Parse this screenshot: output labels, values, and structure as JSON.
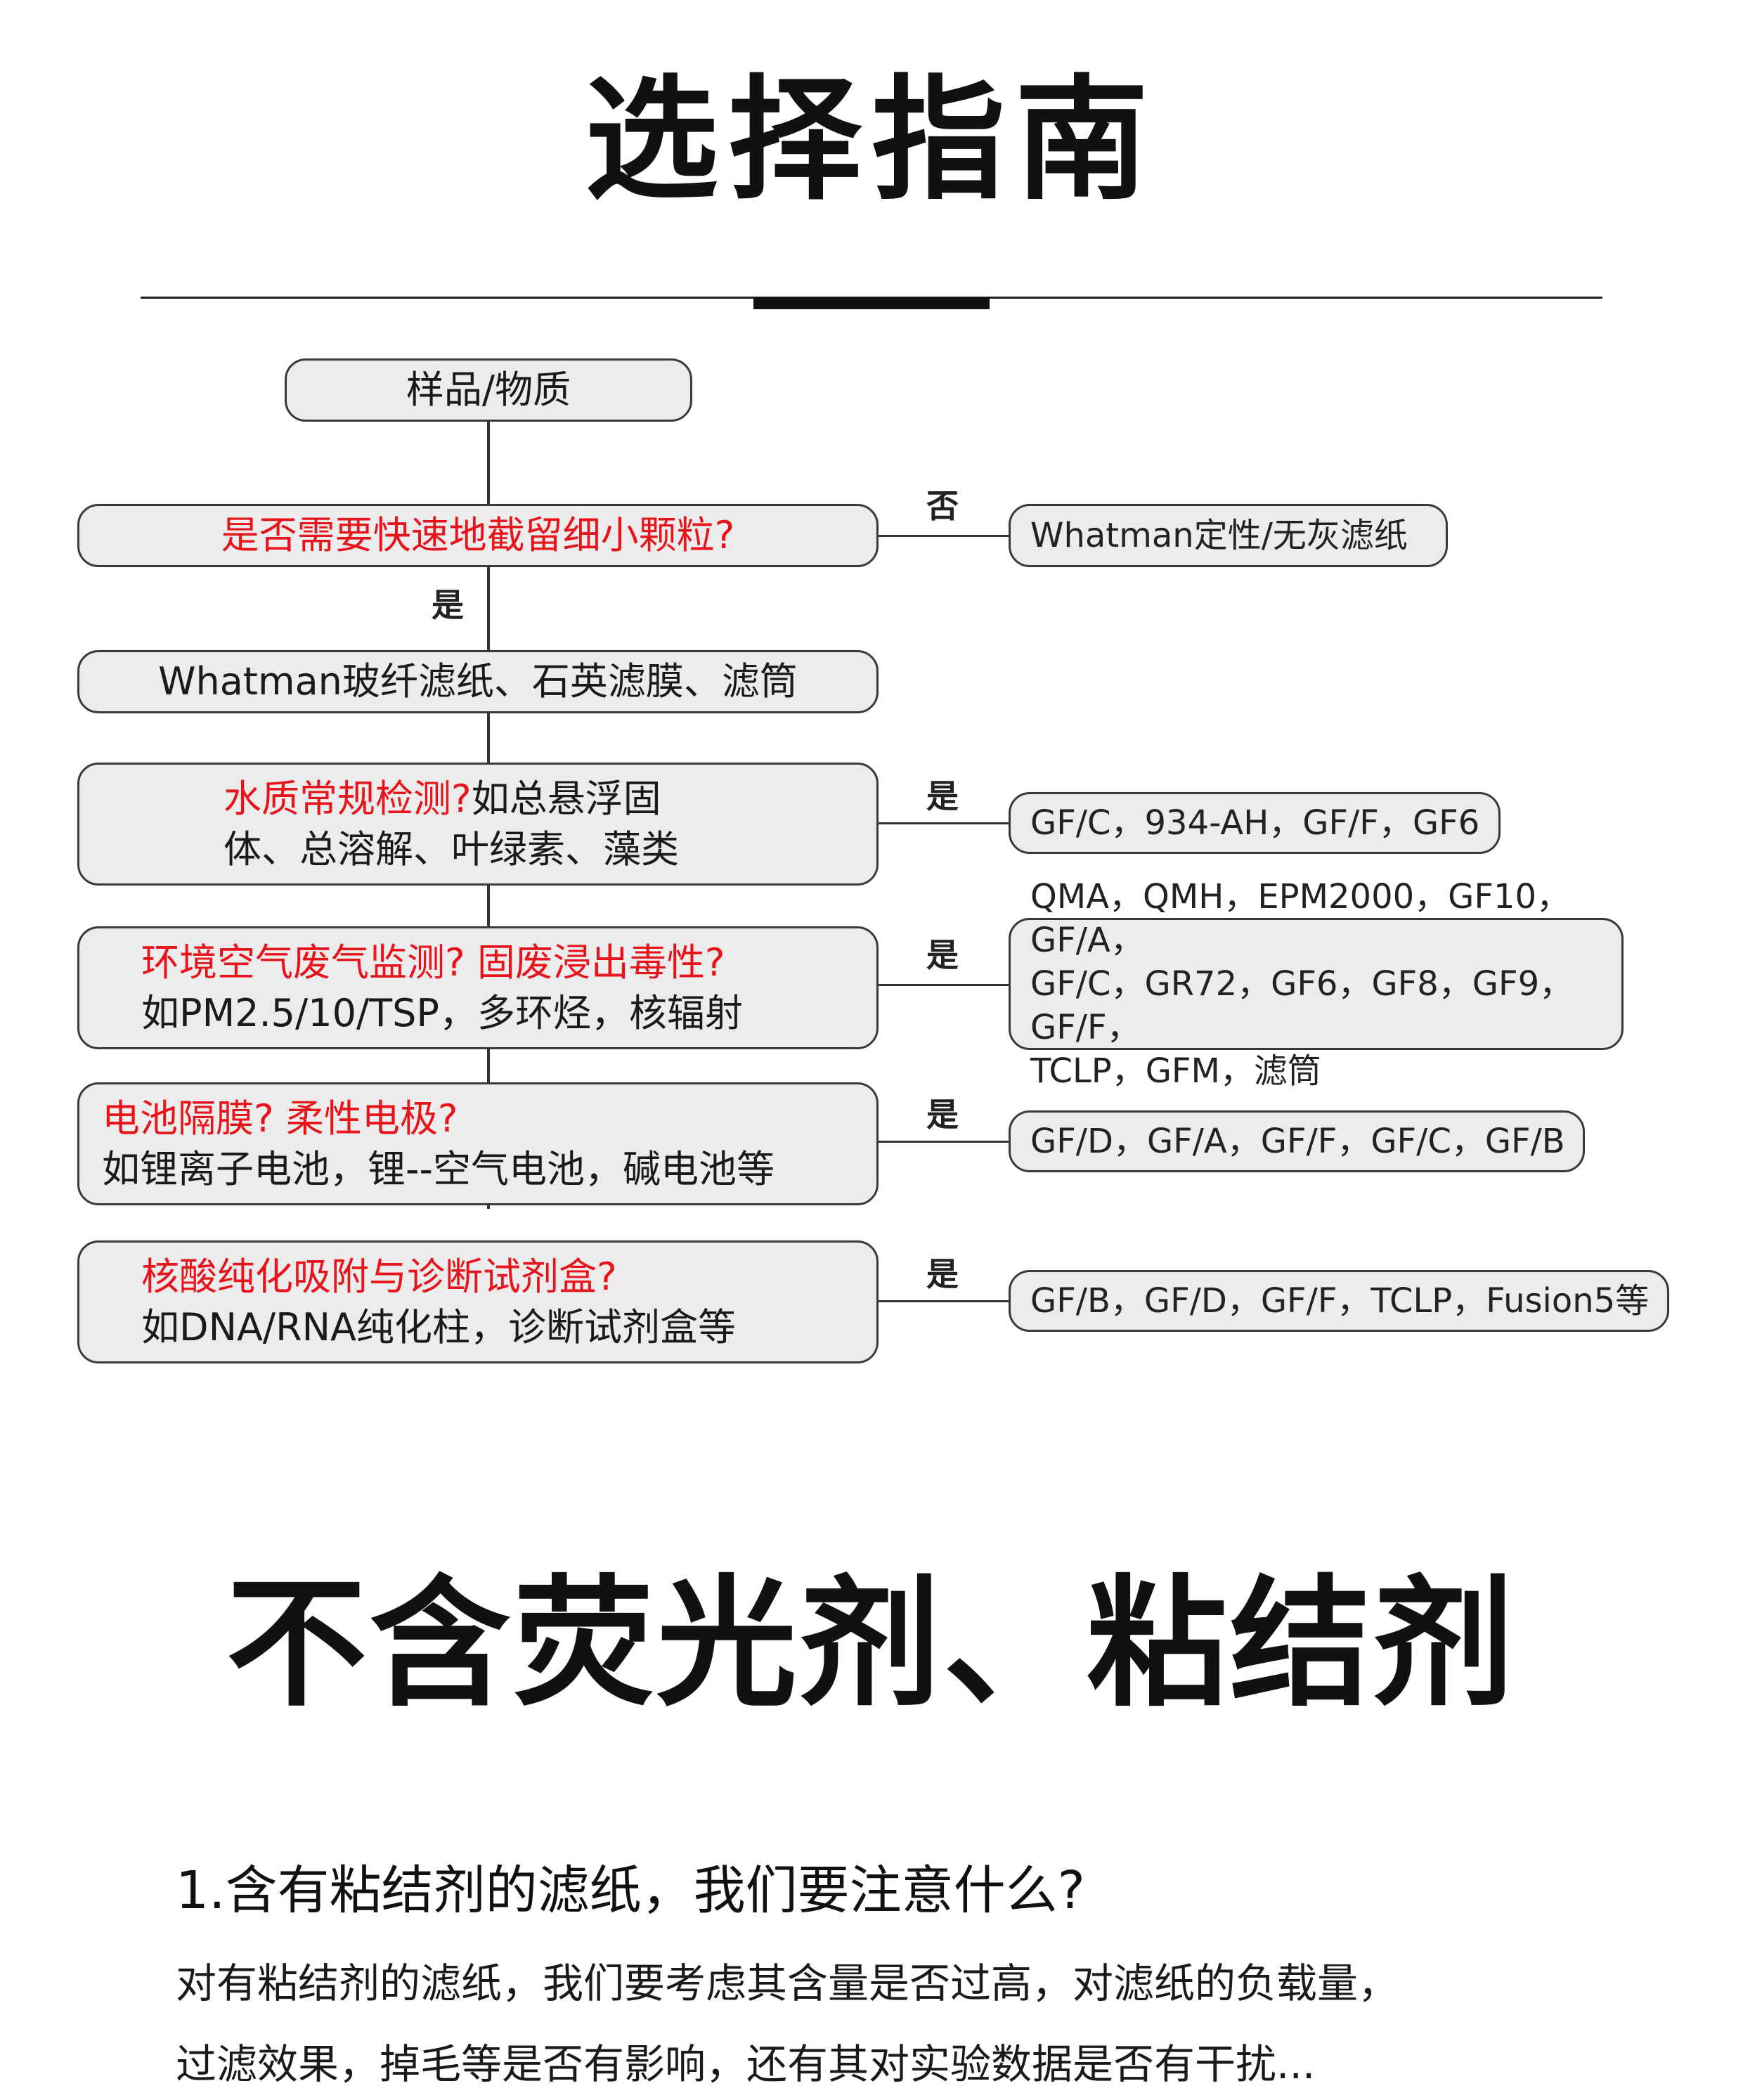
{
  "titles": {
    "main": "选择指南",
    "sub": "不含荧光剂、粘结剂"
  },
  "flowchart": {
    "root": "样品/物质",
    "q1": {
      "question": "是否需要快速地截留细小颗粒?",
      "no_label": "否",
      "no_result": "Whatman定性/无灰滤纸",
      "yes_label": "是"
    },
    "main_category": "Whatman玻纤滤纸、石英滤膜、滤筒",
    "branches": [
      {
        "question": "水质常规检测?",
        "detail_inline": "如总悬浮固",
        "detail_line2": "体、总溶解、叶绿素、藻类",
        "yes_label": "是",
        "result": "GF/C，934-AH，GF/F，GF6"
      },
      {
        "question": "环境空气废气监测? 固废浸出毒性?",
        "detail": "如PM2.5/10/TSP，多环烃，核辐射",
        "yes_label": "是",
        "result_lines": [
          "QMA，QMH，EPM2000，GF10，GF/A，",
          "GF/C，GR72，GF6，GF8，GF9，GF/F，",
          "TCLP，GFM，滤筒"
        ]
      },
      {
        "question": "电池隔膜? 柔性电极?",
        "detail": "如锂离子电池，锂--空气电池，碱电池等",
        "yes_label": "是",
        "result": "GF/D，GF/A，GF/F，GF/C，GF/B"
      },
      {
        "question": "核酸纯化吸附与诊断试剂盒?",
        "detail": "如DNA/RNA纯化柱，诊断试剂盒等",
        "yes_label": "是",
        "result": "GF/B，GF/D，GF/F，TCLP，Fusion5等"
      }
    ]
  },
  "faq": {
    "question": "1.含有粘结剂的滤纸，我们要注意什么?",
    "answer_line1": "对有粘结剂的滤纸，我们要考虑其含量是否过高，对滤纸的负载量，",
    "answer_line2": "过滤效果，掉毛等是否有影响，还有其对实验数据是否有干扰..."
  },
  "colors": {
    "highlight": "#e8141b",
    "box_fill": "#ececec",
    "line": "#333333"
  }
}
